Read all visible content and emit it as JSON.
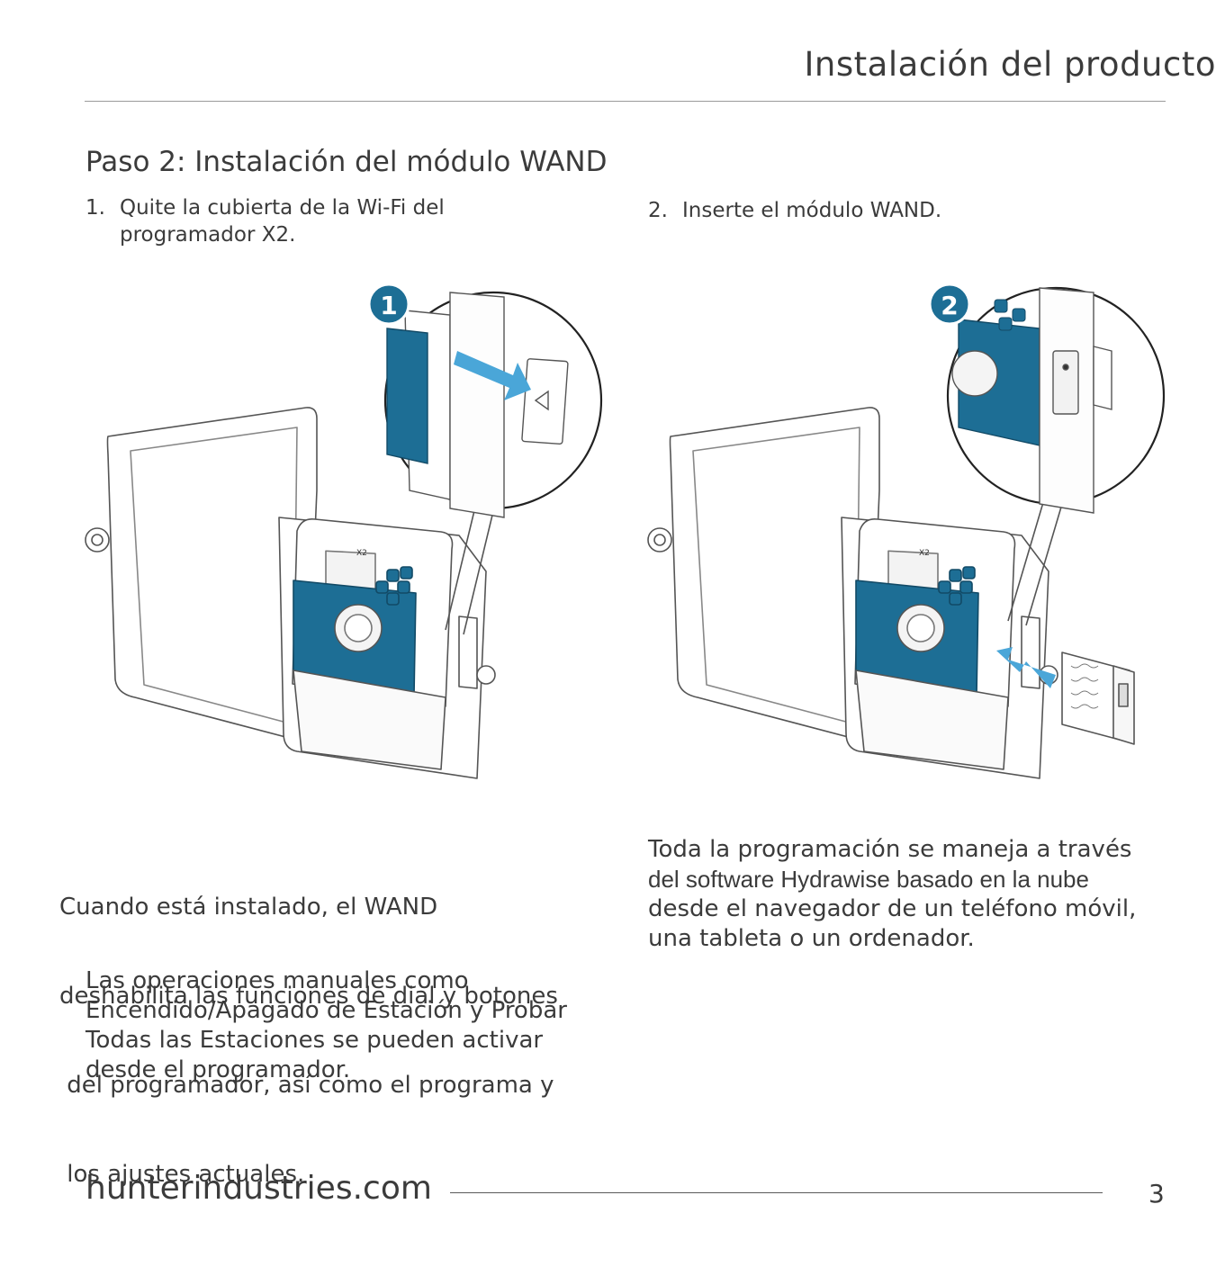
{
  "header": {
    "title": "Instalación del producto"
  },
  "section": {
    "title": "Paso 2: Instalación del módulo WAND"
  },
  "steps": [
    {
      "number": "1.",
      "text_line1": "Quite la cubierta de la Wi-Fi del",
      "text_line2": "programador X2."
    },
    {
      "number": "2.",
      "text_line1": "Inserte el módulo WAND."
    }
  ],
  "figures": [
    {
      "badge": "1",
      "label": "X2"
    },
    {
      "badge": "2",
      "label": "X2"
    }
  ],
  "paragraphs": {
    "left": [
      "Cuando está instalado, el WAND",
      "deshabilita las funciones de dial y botones",
      " del programador, así como el programa y",
      " los ajustes actuales."
    ],
    "right": [
      "Toda la programación se maneja a través",
      "del software Hydrawise basado en la nube",
      "desde el navegador de un teléfono móvil,",
      "una tableta o un ordenador."
    ],
    "manual": [
      "Las operaciones manuales como",
      "Encendido/Apagado de Estación y Probar",
      "Todas las Estaciones se pueden activar",
      "desde el programador."
    ]
  },
  "footer": {
    "site": "hunterindustries.com",
    "page": "3"
  },
  "colors": {
    "accent": "#1d6e95",
    "arrow": "#4aa6d8",
    "text": "#3b3b3b",
    "line": "#555555"
  }
}
